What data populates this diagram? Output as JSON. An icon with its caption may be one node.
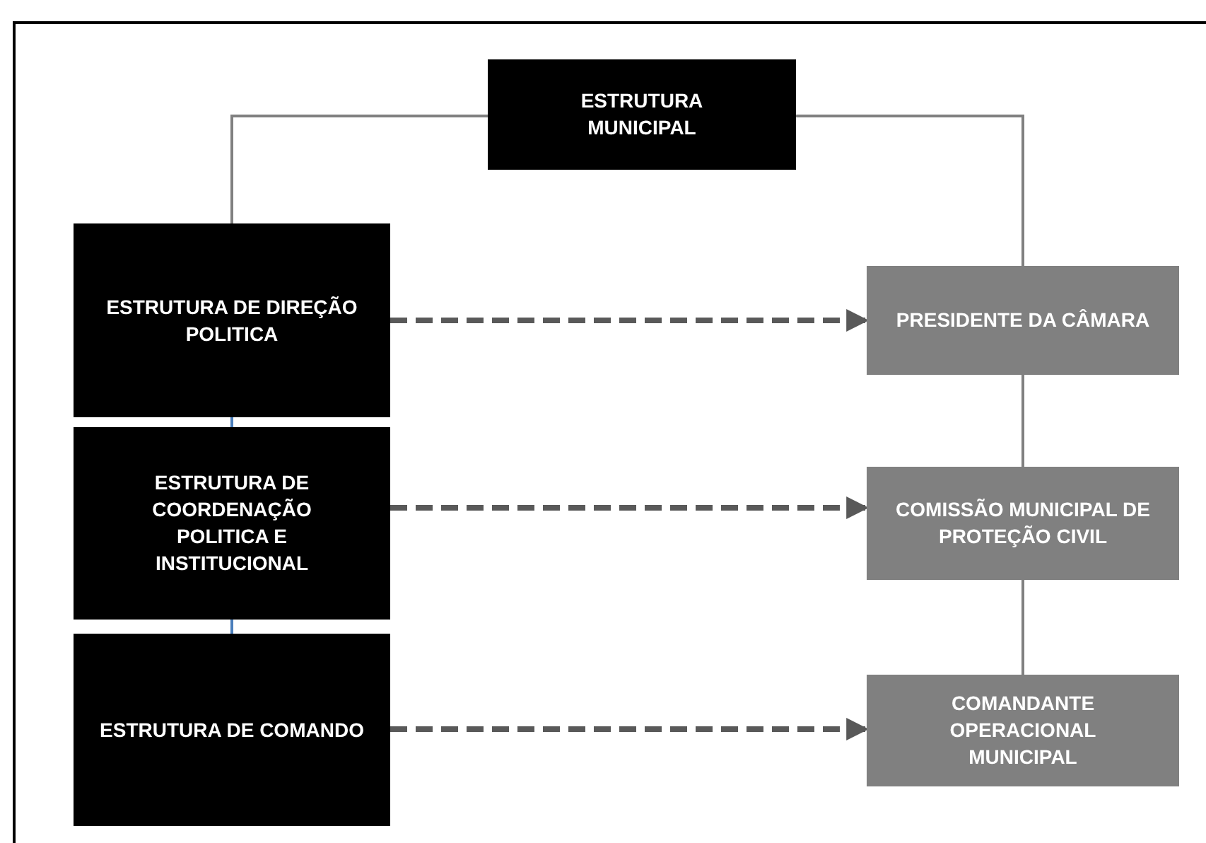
{
  "diagram": {
    "nodes": [
      {
        "text": [
          "ESTRUTURA MUNICIPAL"
        ]
      },
      {
        "text": [
          "ESTRUTURA DE DIREÇÃO POLITICA"
        ]
      },
      {
        "text": [
          "ESTRUTURA DE COORDENAÇÃO POLITICA E INSTITUCIONAL"
        ]
      },
      {
        "text": [
          "ESTRUTURA DE COMANDO"
        ]
      },
      {
        "text": [
          "PRESIDENTE DA CÂMARA"
        ]
      },
      {
        "text": [
          "COMISSÃO MUNICIPAL DE PROTEÇÃO CIVIL"
        ]
      },
      {
        "text": [
          "COMANDANTE OPERACIONAL MUNICIPAL"
        ]
      }
    ],
    "edges": [
      {
        "from": 0,
        "to": 1,
        "arrow": "none",
        "color": "#808080"
      },
      {
        "from": 0,
        "to": 4,
        "arrow": "none",
        "color": "#808080"
      },
      {
        "from": 1,
        "to": 2,
        "arrow": "none",
        "color": "#4a7ebb"
      },
      {
        "from": 2,
        "to": 3,
        "arrow": "none",
        "color": "#4a7ebb"
      },
      {
        "from": 4,
        "to": 5,
        "arrow": "none",
        "color": "#808080"
      },
      {
        "from": 5,
        "to": 6,
        "arrow": "none",
        "color": "#808080"
      },
      {
        "from": 1,
        "to": 4,
        "arrow": "to",
        "style": "dashed",
        "color": "#595959"
      },
      {
        "from": 2,
        "to": 5,
        "arrow": "to",
        "style": "dashed",
        "color": "#595959"
      },
      {
        "from": 3,
        "to": 6,
        "arrow": "to",
        "style": "dashed",
        "color": "#595959"
      }
    ]
  }
}
